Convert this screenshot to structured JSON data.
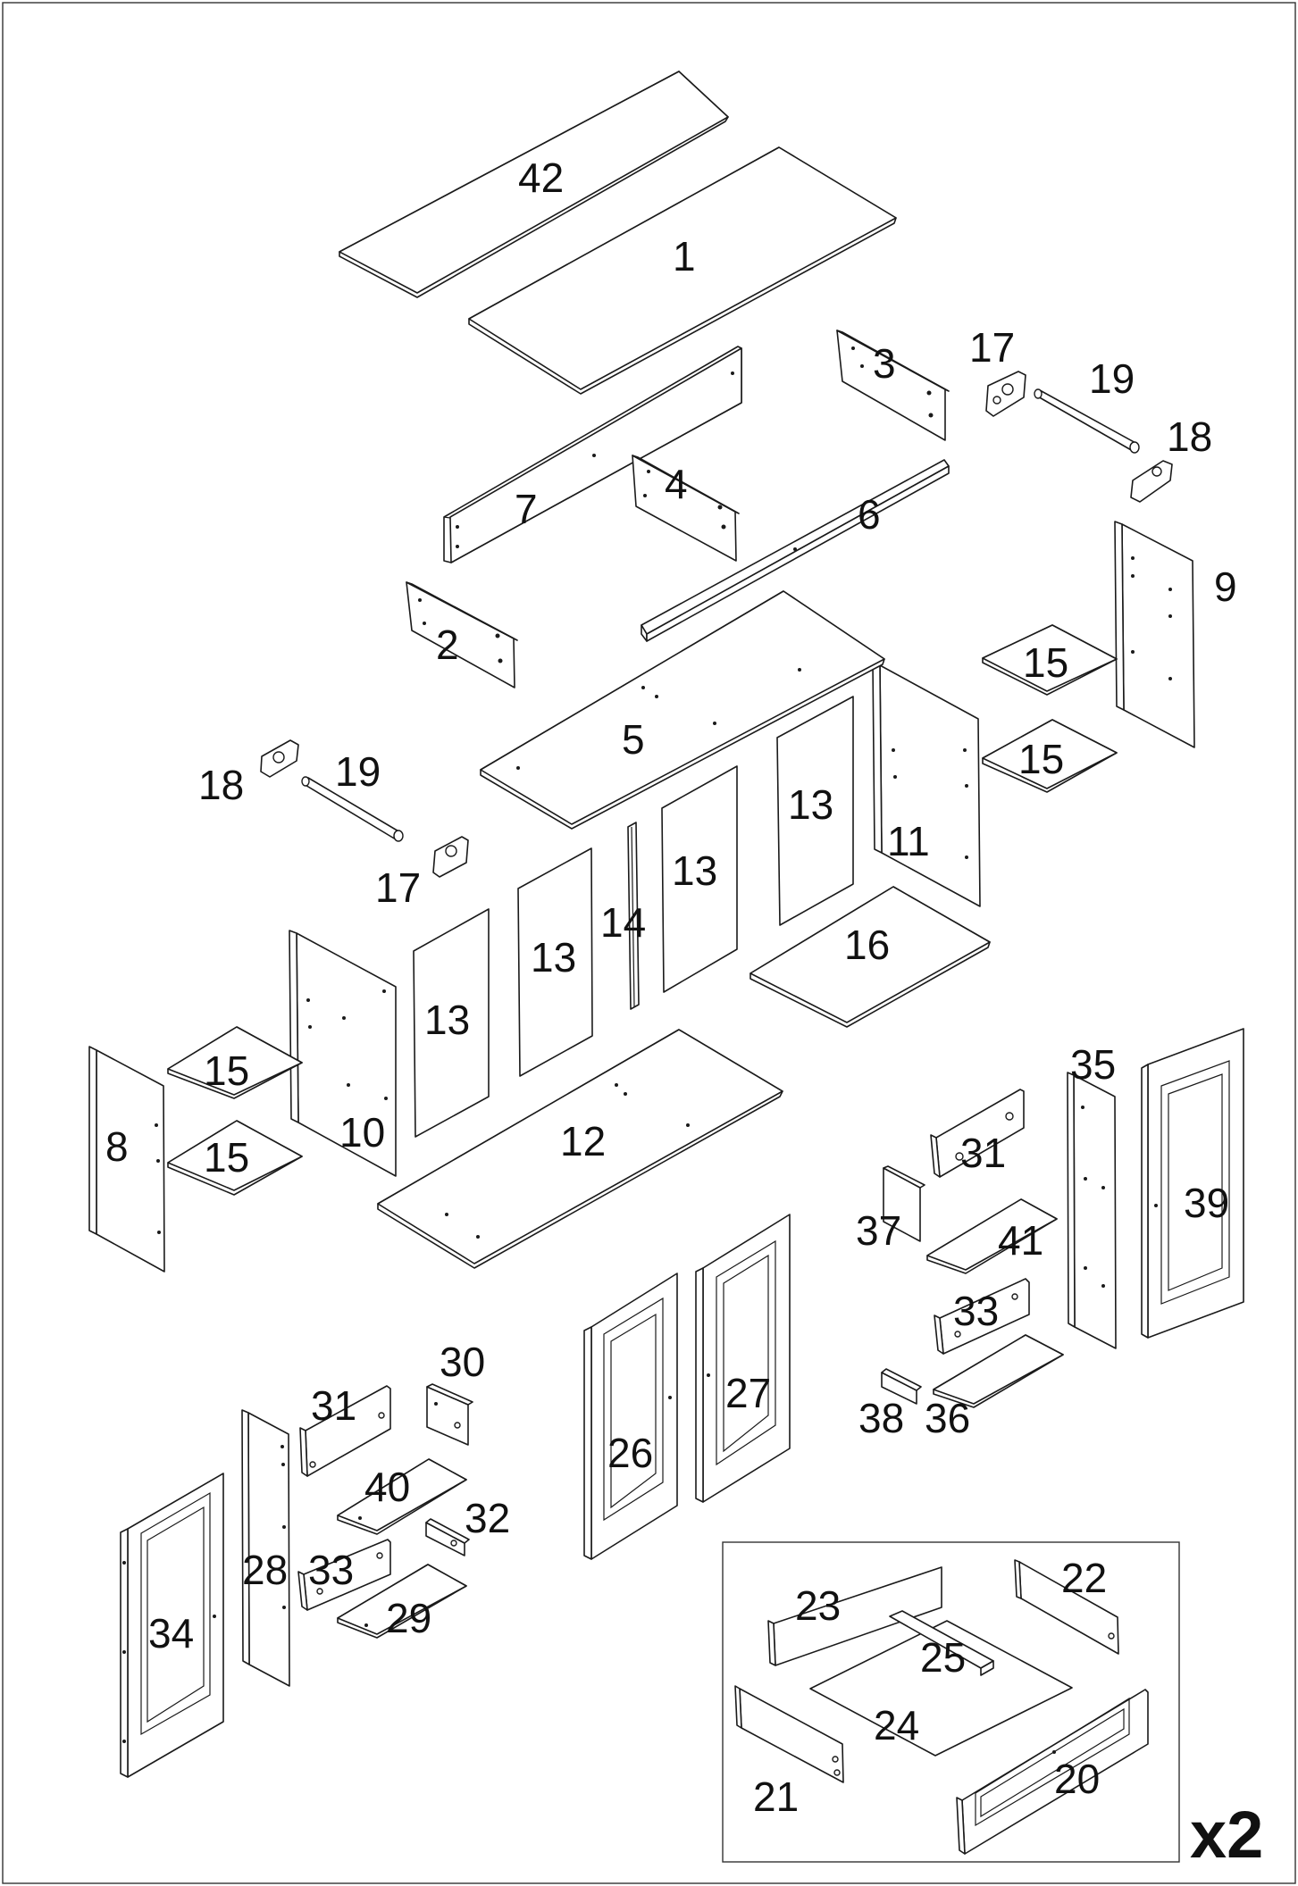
{
  "diagram": {
    "labels": {
      "p1": "1",
      "p2": "2",
      "p3": "3",
      "p4": "4",
      "p5": "5",
      "p6": "6",
      "p7": "7",
      "p8": "8",
      "p9": "9",
      "p10": "10",
      "p11": "11",
      "p12": "12",
      "p13a": "13",
      "p13b": "13",
      "p13c": "13",
      "p13d": "13",
      "p14": "14",
      "p15a": "15",
      "p15b": "15",
      "p15c": "15",
      "p15d": "15",
      "p16": "16",
      "p17a": "17",
      "p17b": "17",
      "p18a": "18",
      "p18b": "18",
      "p19a": "19",
      "p19b": "19",
      "p20": "20",
      "p21": "21",
      "p22": "22",
      "p23": "23",
      "p24": "24",
      "p25": "25",
      "p26": "26",
      "p27": "27",
      "p28": "28",
      "p29": "29",
      "p30": "30",
      "p31a": "31",
      "p31b": "31",
      "p32": "32",
      "p33a": "33",
      "p33b": "33",
      "p34": "34",
      "p35": "35",
      "p36": "36",
      "p37": "37",
      "p38": "38",
      "p39": "39",
      "p40": "40",
      "p41": "41",
      "p42": "42"
    },
    "multiplier": "x2"
  }
}
